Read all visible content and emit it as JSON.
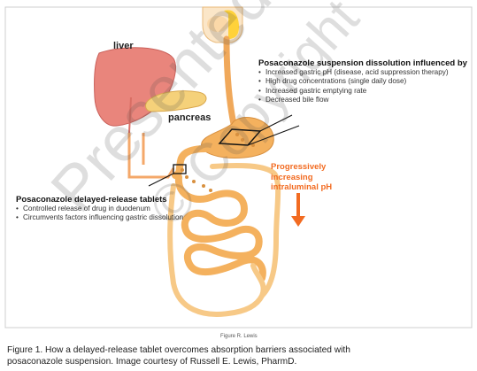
{
  "labels": {
    "liver": "liver",
    "pancreas": "pancreas"
  },
  "suspension_box": {
    "heading": "Posaconazole suspension dissolution influenced by",
    "items": [
      "Increased gastric pH (disease, acid suppression therapy)",
      "High drug concentrations (single daily dose)",
      "Increased gastric emptying rate",
      "Decreased bile flow"
    ]
  },
  "tablet_box": {
    "heading": "Posaconazole delayed-release tablets",
    "items": [
      "Controlled release of drug in duodenum",
      "Circumvents factors influencing gastric dissolution"
    ]
  },
  "ph_note": {
    "lines": [
      "Progressively",
      "increasing",
      "intraluminal pH"
    ]
  },
  "credit": "Figure R. Lewis",
  "caption": {
    "line1": "Figure 1. How a delayed-release tablet overcomes absorption barriers associated with",
    "line2": "posaconazole suspension. Image courtesy of Russell E. Lewis, PharmD."
  },
  "watermarks": [
    "Presented",
    "© Copyright"
  ],
  "colors": {
    "accent_orange": "#f26b21",
    "liver": "#e9857c",
    "gut": "#f4b15e",
    "pancreas": "#f5d17a",
    "frame": "#c8c8c8"
  }
}
